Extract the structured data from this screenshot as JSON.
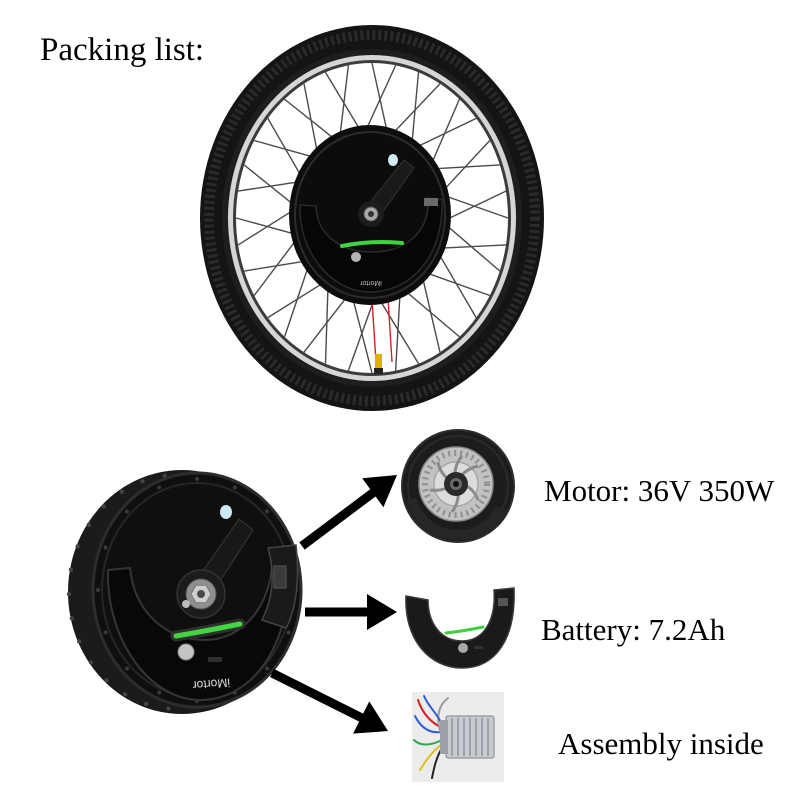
{
  "title": "Packing list:",
  "brand_logo": "iMortor",
  "items": [
    {
      "label": "Motor: 36V 350W",
      "icon": "motor-rotor-icon"
    },
    {
      "label": "Battery: 7.2Ah",
      "icon": "battery-pack-icon"
    },
    {
      "label": "Assembly inside",
      "icon": "controller-icon"
    }
  ],
  "illustrations": {
    "wheel": "bike-wheel-icon",
    "hub_motor": "hub-motor-icon",
    "arrows": "arrow-icon"
  },
  "colors": {
    "background": "#ffffff",
    "text": "#000000",
    "tire": "#141414",
    "motor_body": "#0f0f0f",
    "led_green": "#3fd33f",
    "rotor_silver": "#c2c2c2",
    "valve_wire_red": "#d42020",
    "arrow": "#000000"
  }
}
